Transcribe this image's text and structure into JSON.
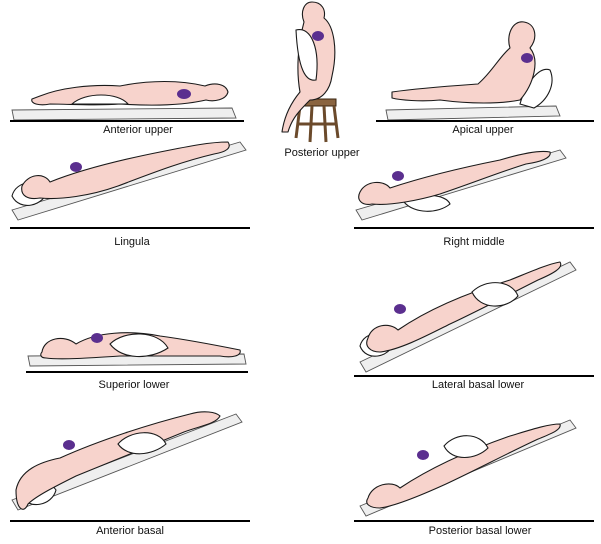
{
  "colors": {
    "skin": "#f7d3cc",
    "spot": "#5b2f8f",
    "board": "#efefef",
    "chair": "#6b4a2b"
  },
  "positions": [
    {
      "key": "anterior_upper",
      "label": "Anterior upper"
    },
    {
      "key": "posterior_upper",
      "label": "Posterior upper"
    },
    {
      "key": "apical_upper",
      "label": "Apical upper"
    },
    {
      "key": "lingula",
      "label": "Lingula"
    },
    {
      "key": "right_middle",
      "label": "Right middle"
    },
    {
      "key": "superior_lower",
      "label": "Superior lower"
    },
    {
      "key": "lateral_basal_lower",
      "label": "Lateral basal lower"
    },
    {
      "key": "anterior_basal",
      "label": "Anterior basal"
    },
    {
      "key": "posterior_basal_lower",
      "label": "Posterior basal lower"
    }
  ]
}
